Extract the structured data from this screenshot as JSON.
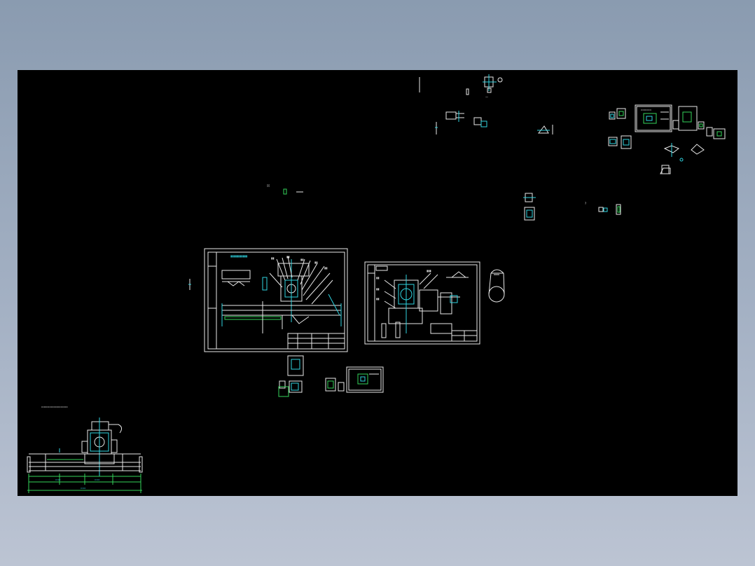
{
  "colors": {
    "background_top": "#8a9bb0",
    "background_bottom": "#bcc4d3",
    "viewport": "#000000",
    "line_white": "#e8e8e8",
    "line_cyan": "#2fd4e0",
    "line_green": "#34d35a"
  },
  "viewport": {
    "description_items": [
      "cad-drawing-sheet-main",
      "cad-drawing-sheet-secondary",
      "small-thumbnail-sheets",
      "machine-side-view",
      "pipe-section"
    ]
  }
}
